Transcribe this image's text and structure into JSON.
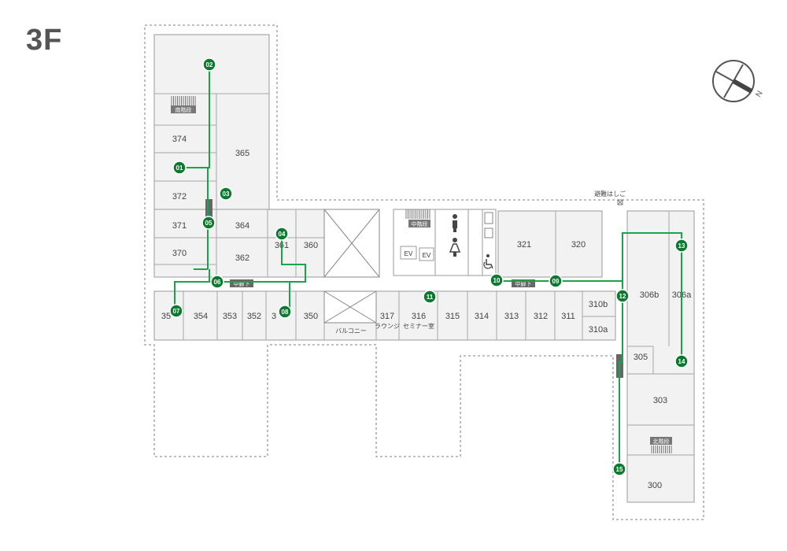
{
  "floor": "3F",
  "colors": {
    "route": "#1aa34a",
    "marker_fill": "#0a7a2e",
    "marker_text": "#ffffff",
    "room_fill": "#f2f2f2",
    "room_stroke": "#9a9a9a",
    "outline": "#999999",
    "text": "#444444"
  },
  "rooms": {
    "r374": "374",
    "r365": "365",
    "r372": "372",
    "r371": "371",
    "r364": "364",
    "r370": "370",
    "r362": "362",
    "r361": "361",
    "r360": "360",
    "r354": "354",
    "r353": "353",
    "r352": "352",
    "r350": "350",
    "r317": "317",
    "r316": "316",
    "r315": "315",
    "r314": "314",
    "r313": "313",
    "r312": "312",
    "r311": "311",
    "r310b": "310b",
    "r310a": "310a",
    "r321": "321",
    "r320": "320",
    "r306b": "306b",
    "r306a": "306a",
    "r305": "305",
    "r303": "303",
    "r300": "300",
    "r355_partial": "35",
    "r351_partial": "3"
  },
  "labels": {
    "lounge": "ラウンジ",
    "seminar": "セミナー室",
    "balcony": "バルコニー",
    "emergency_ladder": "避難はしご",
    "south_stairs": "南階段",
    "middle_stairs": "中階段",
    "north_stairs": "北階段",
    "corridor_west": "中廊下",
    "corridor_east": "中廊下",
    "ev1": "EV",
    "ev2": "EV",
    "compass": "N"
  },
  "markers": [
    "01",
    "02",
    "03",
    "04",
    "05",
    "06",
    "07",
    "08",
    "09",
    "10",
    "11",
    "12",
    "13",
    "14",
    "15"
  ]
}
